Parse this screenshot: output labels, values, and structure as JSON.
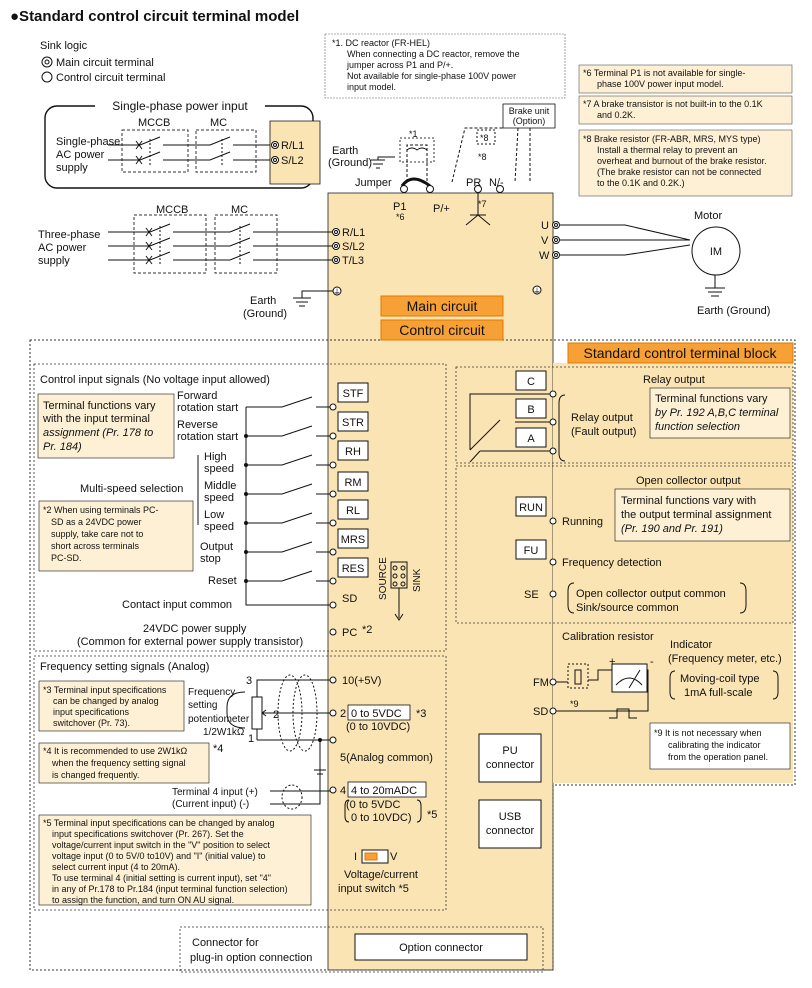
{
  "title": "●Standard control circuit terminal model",
  "legend": {
    "heading": "Sink logic",
    "main_terminal": "Main circuit terminal",
    "control_terminal": "Control circuit terminal"
  },
  "notes": {
    "n1": [
      "*1.  DC reactor (FR-HEL)",
      "When connecting a DC reactor, remove the",
      "jumper across P1 and P/+.",
      "Not available for single-phase 100V power",
      "input model."
    ],
    "n6": [
      "*6  Terminal P1 is not available for single-",
      "phase 100V power input model."
    ],
    "n7": [
      "*7  A brake transistor is not built-in to the 0.1K",
      "and 0.2K."
    ],
    "n8": [
      "*8  Brake resistor (FR-ABR, MRS, MYS type)",
      "Install a thermal relay to prevent an",
      "overheat and burnout of the brake resistor.",
      "(The brake resistor can not be connected",
      "to the 0.1K and 0.2K.)"
    ],
    "n2": [
      "*2 When using terminals PC-",
      "SD as a 24VDC power",
      "supply, take care not to",
      "short across terminals",
      "PC-SD."
    ],
    "n3": [
      "*3 Terminal input specifications",
      "can be changed by analog",
      "input specifications",
      "switchover (Pr. 73)."
    ],
    "n4": [
      "*4  It is recommended to use 2W1kΩ",
      "when the frequency setting signal",
      "is changed frequently."
    ],
    "n5": [
      "*5 Terminal input specifications can be changed by analog",
      "input specifications switchover (Pr. 267). Set the",
      "voltage/current input switch in the \"V\" position to select",
      "voltage input (0 to 5V/0 to10V) and \"I\" (initial value) to",
      "select current input (4 to 20mA).",
      "To use terminal 4 (initial setting is current input), set \"4\"",
      "in any of Pr.178 to Pr.184 (input terminal function selection)",
      "to assign the function, and turn ON AU signal."
    ],
    "n9": [
      "*9  It is not necessary when",
      "calibrating the indicator",
      "from the operation panel."
    ]
  },
  "power": {
    "single_phase_title": "Single-phase power input",
    "single_phase_supply": [
      "Single-phase",
      "AC power",
      "supply"
    ],
    "three_phase_supply": [
      "Three-phase",
      "AC power",
      "supply"
    ],
    "mccb": "MCCB",
    "mc": "MC",
    "earth_ground": [
      "Earth",
      "(Ground)"
    ],
    "motor": "Motor",
    "motor_ground": "Earth (Ground)",
    "im": "IM",
    "jumper": "Jumper",
    "brake_unit": [
      "Brake unit",
      "(Option)"
    ],
    "star1": "*1",
    "star6": "*6",
    "star7": "*7",
    "star8": "*8"
  },
  "terminals": {
    "r_l1": "R/L1",
    "s_l2": "S/L2",
    "t_l3": "T/L3",
    "u": "U",
    "v": "V",
    "w": "W",
    "p1": "P1",
    "p_plus": "P/+",
    "pr": "PR",
    "n_minus": "N/-"
  },
  "main_circuit_label": "Main circuit",
  "control_circuit_label": "Control circuit",
  "terminal_block_label": "Standard control terminal block",
  "control_inputs": {
    "heading": "Control input signals (No voltage input allowed)",
    "function_note": [
      "Terminal functions vary",
      "with the input terminal",
      "assignment (Pr. 178 to",
      "Pr. 184)"
    ],
    "stf_label": [
      "Forward",
      "rotation start"
    ],
    "str_label": [
      "Reverse",
      "rotation start"
    ],
    "high": [
      "High",
      "speed"
    ],
    "middle": [
      "Middle",
      "speed"
    ],
    "low": [
      "Low",
      "speed"
    ],
    "multi_speed": "Multi-speed selection",
    "output_stop": [
      "Output",
      "stop"
    ],
    "reset": "Reset",
    "contact_common": "Contact input common",
    "pc_label": [
      "24VDC power supply",
      "(Common for external power supply transistor)"
    ],
    "source": "SOURCE",
    "sink": "SINK",
    "terminals": [
      "STF",
      "STR",
      "RH",
      "RM",
      "RL",
      "MRS",
      "RES"
    ],
    "sd": "SD",
    "pc": "PC",
    "star2": "*2"
  },
  "relay_output": {
    "heading": "Relay output",
    "function_note": [
      "Terminal functions vary",
      "by Pr. 192 A,B,C terminal",
      "function selection"
    ],
    "label": [
      "Relay output",
      "(Fault output)"
    ],
    "terminals": [
      "C",
      "B",
      "A"
    ]
  },
  "open_collector": {
    "heading": "Open collector output",
    "function_note": [
      "Terminal functions vary with",
      "the output terminal assignment",
      "(Pr. 190 and Pr. 191)"
    ],
    "run": "RUN",
    "running": "Running",
    "fu": "FU",
    "freq_detection": "Frequency detection",
    "se": "SE",
    "se_label": [
      "Open collector output common",
      "Sink/source common"
    ]
  },
  "indicator": {
    "calibration": "Calibration resistor",
    "indicator": [
      "Indicator",
      "(Frequency meter, etc.)"
    ],
    "moving_coil": [
      "Moving-coil type",
      "1mA full-scale"
    ],
    "fm": "FM",
    "sd": "SD",
    "star9": "*9",
    "plus": "+",
    "minus": "-"
  },
  "freq_setting": {
    "heading": "Frequency setting signals (Analog)",
    "pot_label": [
      "Frequency",
      "setting",
      "potentiometer",
      "1/2W1kΩ"
    ],
    "pin3": "3",
    "pin2": "2",
    "pin1": "1",
    "t10": "10(+5V)",
    "t2_num": "2",
    "t2_range": [
      "0 to 5VDC",
      "(0 to 10VDC)"
    ],
    "star3": "*3",
    "star4": "*4",
    "t5": "5(Analog common)",
    "terminal4_input": [
      "Terminal 4 input (+)",
      "(Current input)   (-)"
    ],
    "t4_num": "4",
    "t4_range": [
      "4 to 20mADC",
      "(0 to 5VDC",
      "0 to 10VDC)"
    ],
    "star5": "*5",
    "switch_i": "I",
    "switch_v": "V",
    "switch_label": [
      "Voltage/current",
      "input switch  *5"
    ]
  },
  "connectors": {
    "pu": [
      "PU",
      "connector"
    ],
    "usb": [
      "USB",
      "connector"
    ],
    "plug_in": [
      "Connector for",
      "plug-in option connection"
    ],
    "option": "Option connector"
  },
  "colors": {
    "panel": "#fbe4b3",
    "label_orange": "#f7a035",
    "label_border": "#e07a00"
  }
}
